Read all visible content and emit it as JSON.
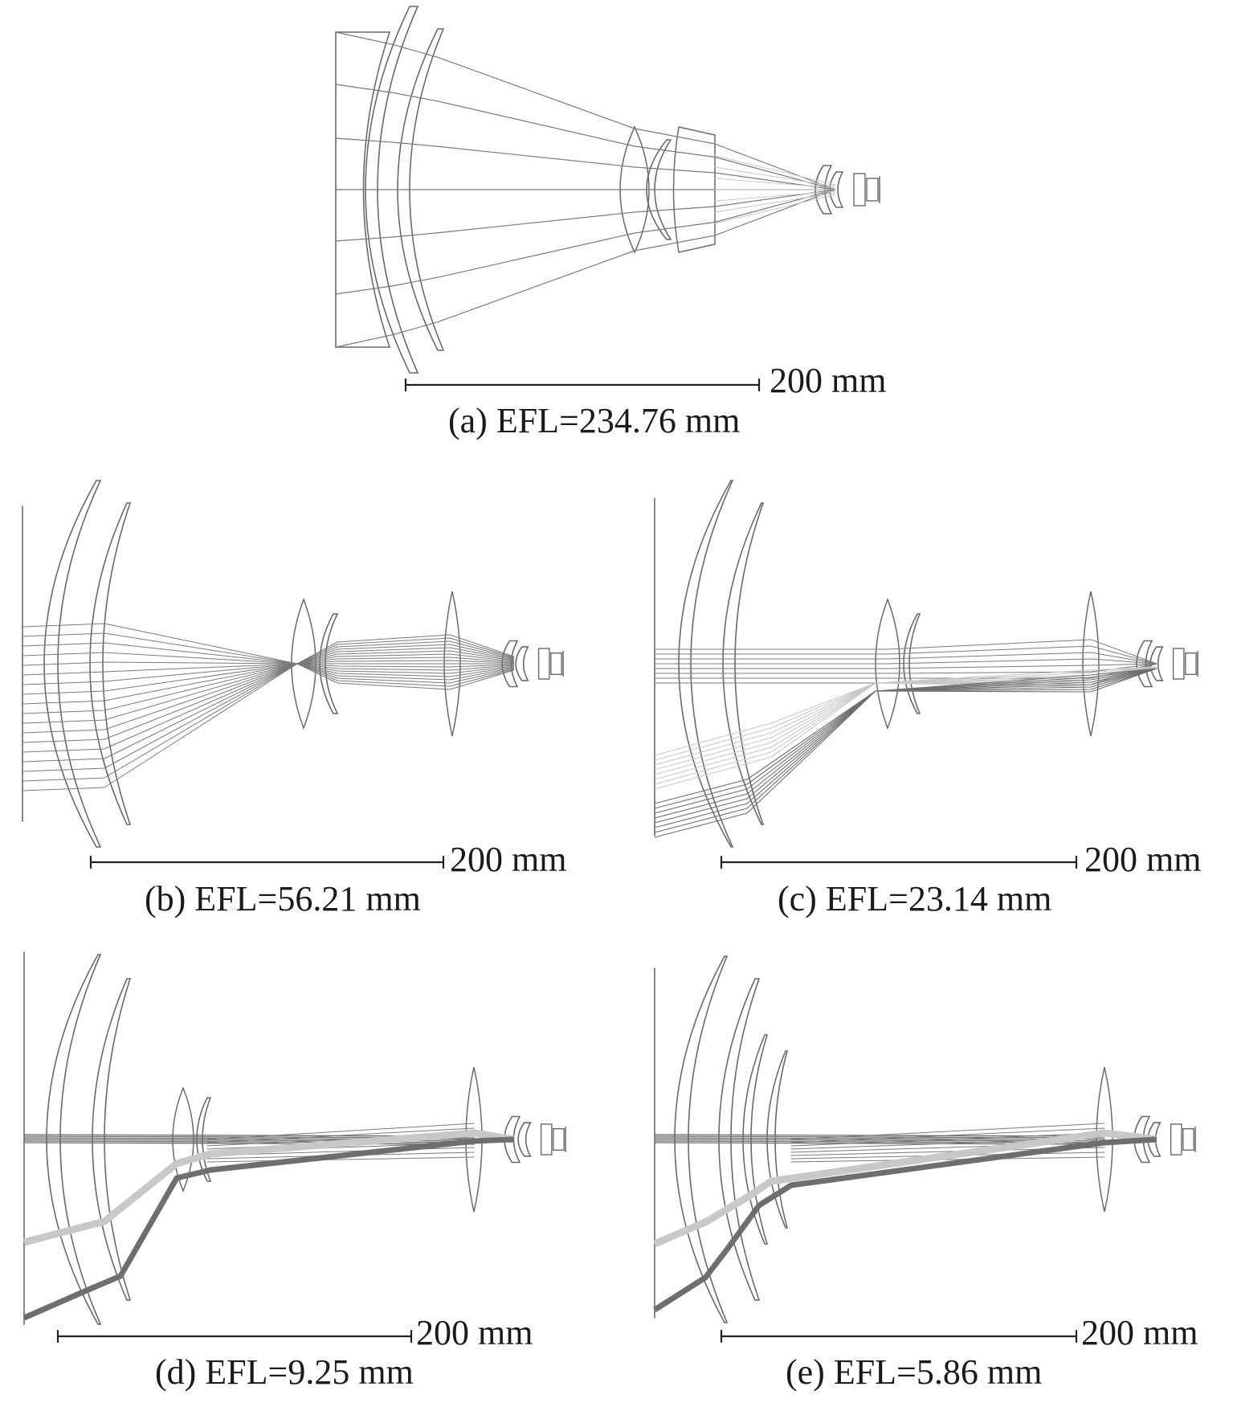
{
  "figure": {
    "panels": [
      {
        "id": "a",
        "caption": "(a) EFL=234.76 mm",
        "scale_label": "200 mm"
      },
      {
        "id": "b",
        "caption": "(b) EFL=56.21 mm",
        "scale_label": "200 mm"
      },
      {
        "id": "c",
        "caption": "(c) EFL=23.14 mm",
        "scale_label": "200 mm"
      },
      {
        "id": "d",
        "caption": "(d) EFL=9.25 mm",
        "scale_label": "200 mm"
      },
      {
        "id": "e",
        "caption": "(e) EFL=5.86 mm",
        "scale_label": "200 mm"
      }
    ]
  },
  "colors": {
    "lens": "#6a6a6a",
    "ray": "#7a7a7a",
    "ray_light": "#c8c8c8",
    "ray_dark": "#6e6e6e",
    "text": "#1a1a1a"
  }
}
